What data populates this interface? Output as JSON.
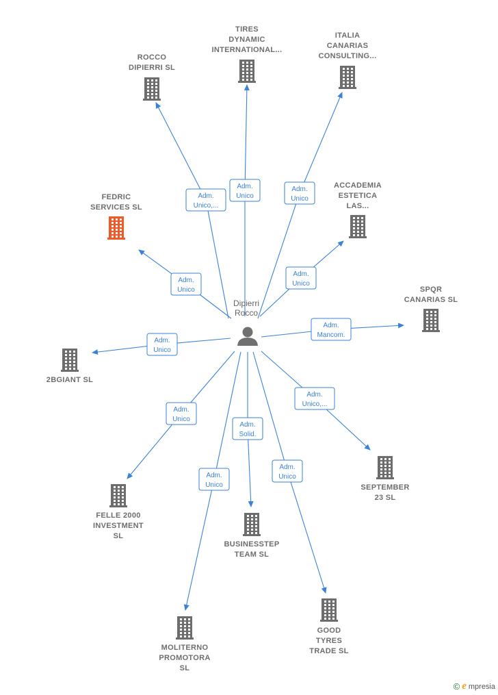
{
  "center": {
    "name_lines": [
      "Dipierri",
      "Rocco"
    ]
  },
  "colors": {
    "edge": "#3b82d6",
    "company": "#6d6d6d",
    "highlight": "#f05a28",
    "person": "#707070"
  },
  "nodes": [
    {
      "id": "rocco",
      "lines": [
        "ROCCO",
        "DIPIERRI  SL"
      ],
      "edge": [
        "Adm.",
        "Unico,..."
      ],
      "highlight": false
    },
    {
      "id": "tires",
      "lines": [
        "TIRES",
        "DYNAMIC",
        "INTERNATIONAL..."
      ],
      "edge": [
        "Adm.",
        "Unico"
      ],
      "highlight": false
    },
    {
      "id": "italia",
      "lines": [
        "ITALIA",
        "CANARIAS",
        "CONSULTING..."
      ],
      "edge": [
        "Adm.",
        "Unico"
      ],
      "highlight": false
    },
    {
      "id": "fedric",
      "lines": [
        "FEDRIC",
        "SERVICES  SL"
      ],
      "edge": [
        "Adm.",
        "Unico"
      ],
      "highlight": true
    },
    {
      "id": "accademia",
      "lines": [
        "ACCADEMIA",
        "ESTETICA",
        "LAS..."
      ],
      "edge": [
        "Adm.",
        "Unico"
      ],
      "highlight": false
    },
    {
      "id": "spqr",
      "lines": [
        "SPQR",
        "CANARIAS  SL"
      ],
      "edge": [
        "Adm.",
        "Mancom."
      ],
      "highlight": false
    },
    {
      "id": "2bgiant",
      "lines": [
        "2BGIANT  SL"
      ],
      "edge": [
        "Adm.",
        "Unico"
      ],
      "highlight": false
    },
    {
      "id": "felle",
      "lines": [
        "FELLE 2000",
        "INVESTMENT",
        "SL"
      ],
      "edge": [
        "Adm.",
        "Unico"
      ],
      "highlight": false
    },
    {
      "id": "september",
      "lines": [
        "SEPTEMBER",
        "23  SL"
      ],
      "edge": [
        "Adm.",
        "Unico,..."
      ],
      "highlight": false
    },
    {
      "id": "businesstep",
      "lines": [
        "BUSINESSTEP",
        "TEAM  SL"
      ],
      "edge": [
        "Adm.",
        "Solid."
      ],
      "highlight": false
    },
    {
      "id": "moliterno",
      "lines": [
        "MOLITERNO",
        "PROMOTORA",
        "SL"
      ],
      "edge": [
        "Adm.",
        "Unico"
      ],
      "highlight": false
    },
    {
      "id": "good",
      "lines": [
        "GOOD",
        "TYRES",
        "TRADE  SL"
      ],
      "edge": [
        "Adm.",
        "Unico"
      ],
      "highlight": false
    }
  ],
  "brand": {
    "symbol": "©",
    "initial": "e",
    "name": "mpresia"
  }
}
